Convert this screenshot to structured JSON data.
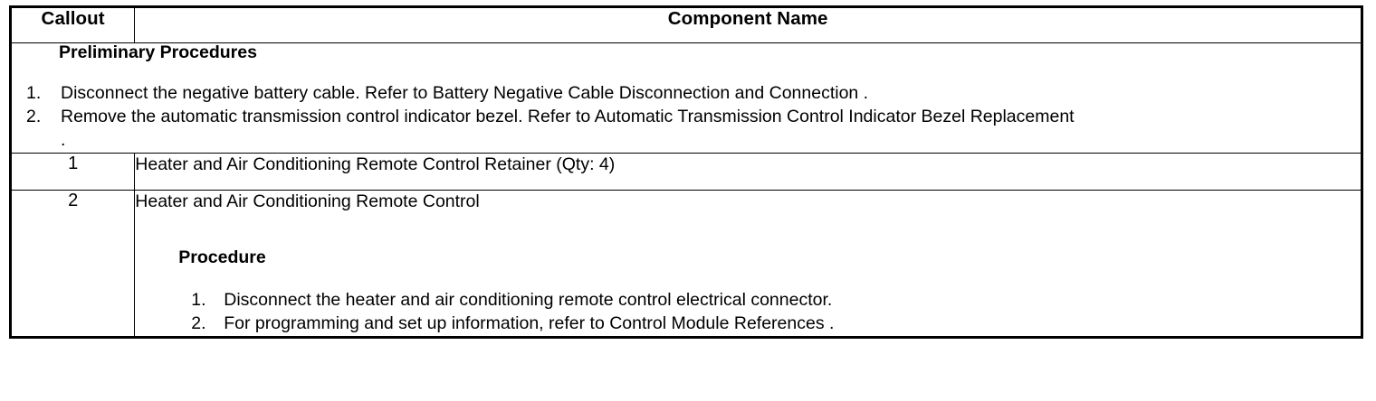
{
  "table": {
    "headers": {
      "callout": "Callout",
      "component_name": "Component Name"
    },
    "preliminary": {
      "title": "Preliminary Procedures",
      "steps": [
        {
          "number": "1.",
          "text": "Disconnect the negative battery cable. Refer to Battery Negative Cable Disconnection and Connection ."
        },
        {
          "number": "2.",
          "text": "Remove the automatic transmission control indicator bezel. Refer to Automatic Transmission Control Indicator Bezel Replacement"
        }
      ],
      "trailing_text": "."
    },
    "rows": [
      {
        "callout": "1",
        "name": "Heater and Air Conditioning Remote Control Retainer (Qty: 4)"
      },
      {
        "callout": "2",
        "name": "Heater and Air Conditioning Remote Control",
        "procedure_title": "Procedure",
        "procedure_steps": [
          {
            "number": "1.",
            "text": "Disconnect the heater and air conditioning remote control electrical connector."
          },
          {
            "number": "2.",
            "text": "For programming and set up information, refer to Control Module References ."
          }
        ]
      }
    ]
  }
}
